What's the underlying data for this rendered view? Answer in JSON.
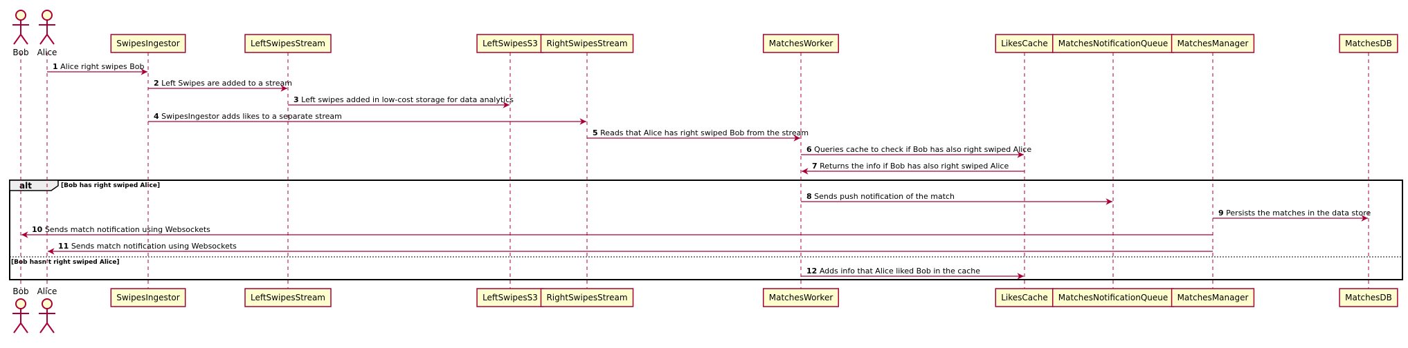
{
  "diagram": {
    "type": "sequence",
    "actors": [
      {
        "id": "bob",
        "label": "Bob",
        "icon": "actor-stick-figure"
      },
      {
        "id": "alice",
        "label": "Alice",
        "icon": "actor-stick-figure"
      }
    ],
    "participants": [
      {
        "id": "swipes_ingestor",
        "label": "SwipesIngestor"
      },
      {
        "id": "left_swipes_stream",
        "label": "LeftSwipesStream"
      },
      {
        "id": "left_swipes_s3",
        "label": "LeftSwipesS3"
      },
      {
        "id": "right_swipes_stream",
        "label": "RightSwipesStream"
      },
      {
        "id": "matches_worker",
        "label": "MatchesWorker"
      },
      {
        "id": "likes_cache",
        "label": "LikesCache"
      },
      {
        "id": "matches_notification_queue",
        "label": "MatchesNotificationQueue"
      },
      {
        "id": "matches_manager",
        "label": "MatchesManager"
      },
      {
        "id": "matches_db",
        "label": "MatchesDB"
      }
    ],
    "messages": [
      {
        "num": "1",
        "from": "alice",
        "to": "swipes_ingestor",
        "text": "Alice right swipes Bob"
      },
      {
        "num": "2",
        "from": "swipes_ingestor",
        "to": "left_swipes_stream",
        "text": "Left Swipes are added to a stream"
      },
      {
        "num": "3",
        "from": "left_swipes_stream",
        "to": "left_swipes_s3",
        "text": "Left swipes added in low-cost storage for data analytics"
      },
      {
        "num": "4",
        "from": "swipes_ingestor",
        "to": "right_swipes_stream",
        "text": "SwipesIngestor adds likes to a separate stream"
      },
      {
        "num": "5",
        "from": "right_swipes_stream",
        "to": "matches_worker",
        "text": "Reads that Alice has right swiped Bob from the stream"
      },
      {
        "num": "6",
        "from": "matches_worker",
        "to": "likes_cache",
        "text": "Queries cache to check if Bob has also right swiped Alice"
      },
      {
        "num": "7",
        "from": "likes_cache",
        "to": "matches_worker",
        "text": "Returns the info if Bob has also right swiped Alice"
      },
      {
        "num": "8",
        "from": "matches_worker",
        "to": "matches_notification_queue",
        "text": "Sends push notification of the match"
      },
      {
        "num": "9",
        "from": "matches_manager",
        "to": "matches_db",
        "text": "Persists the matches in the data store"
      },
      {
        "num": "10",
        "from": "matches_manager",
        "to": "bob",
        "text": "Sends match notification using Websockets"
      },
      {
        "num": "11",
        "from": "matches_manager",
        "to": "alice",
        "text": "Sends match notification using Websockets"
      },
      {
        "num": "12",
        "from": "matches_worker",
        "to": "likes_cache",
        "text": "Adds info that Alice liked Bob in the cache"
      }
    ],
    "fragment": {
      "label": "alt",
      "guard_if": "[Bob has right swiped Alice]",
      "guard_else": "[Bob hasn't right swiped Alice]"
    },
    "colors": {
      "line": "#A80036",
      "box_fill": "#FEFECE",
      "frame": "#000000"
    }
  }
}
